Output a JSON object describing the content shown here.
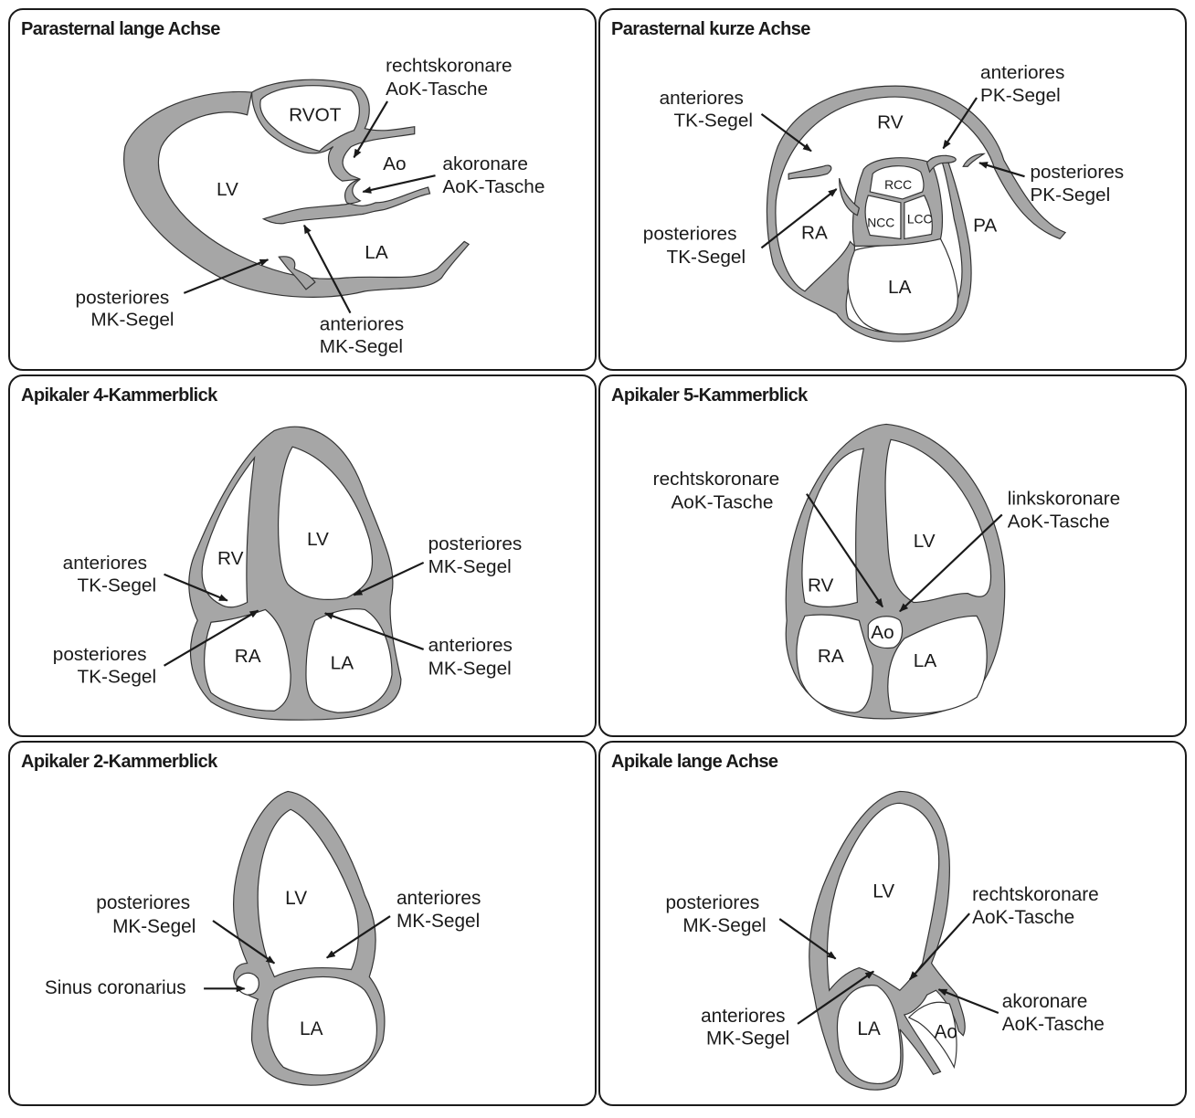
{
  "colors": {
    "wall": "#a6a6a6",
    "outline": "#1a1a1a",
    "background": "#ffffff"
  },
  "panels": [
    {
      "title": "Parasternal lange Achse",
      "structures": [
        "RVOT",
        "Ao",
        "LV",
        "LA"
      ],
      "annotations": [
        {
          "line1": "rechtskoronare",
          "line2": "AoK-Tasche"
        },
        {
          "line1": "akoronare",
          "line2": "AoK-Tasche"
        },
        {
          "line1": "posteriores",
          "line2": "MK-Segel"
        },
        {
          "line1": "anteriores",
          "line2": "MK-Segel"
        }
      ]
    },
    {
      "title": "Parasternal kurze Achse",
      "structures": [
        "RV",
        "RA",
        "PA",
        "LA",
        "RCC",
        "NCC",
        "LCC"
      ],
      "annotations": [
        {
          "line1": "anteriores",
          "line2": "TK-Segel"
        },
        {
          "line1": "anteriores",
          "line2": "PK-Segel"
        },
        {
          "line1": "posteriores",
          "line2": "PK-Segel"
        },
        {
          "line1": "posteriores",
          "line2": "TK-Segel"
        }
      ]
    },
    {
      "title": "Apikaler 4-Kammerblick",
      "structures": [
        "RV",
        "LV",
        "RA",
        "LA"
      ],
      "annotations": [
        {
          "line1": "anteriores",
          "line2": "TK-Segel"
        },
        {
          "line1": "posteriores",
          "line2": "MK-Segel"
        },
        {
          "line1": "posteriores",
          "line2": "TK-Segel"
        },
        {
          "line1": "anteriores",
          "line2": "MK-Segel"
        }
      ]
    },
    {
      "title": "Apikaler 5-Kammerblick",
      "structures": [
        "LV",
        "RV",
        "Ao",
        "RA",
        "LA"
      ],
      "annotations": [
        {
          "line1": "rechtskoronare",
          "line2": "AoK-Tasche"
        },
        {
          "line1": "linkskoronare",
          "line2": "AoK-Tasche"
        }
      ]
    },
    {
      "title": "Apikaler 2-Kammerblick",
      "structures": [
        "LV",
        "LA"
      ],
      "annotations": [
        {
          "line1": "posteriores",
          "line2": "MK-Segel"
        },
        {
          "line1": "anteriores",
          "line2": "MK-Segel"
        },
        {
          "line1": "Sinus coronarius",
          "line2": ""
        }
      ]
    },
    {
      "title": "Apikale lange Achse",
      "structures": [
        "LV",
        "LA",
        "Ao"
      ],
      "annotations": [
        {
          "line1": "posteriores",
          "line2": "MK-Segel"
        },
        {
          "line1": "rechtskoronare",
          "line2": "AoK-Tasche"
        },
        {
          "line1": "anteriores",
          "line2": "MK-Segel"
        },
        {
          "line1": "akoronare",
          "line2": "AoK-Tasche"
        }
      ]
    }
  ]
}
